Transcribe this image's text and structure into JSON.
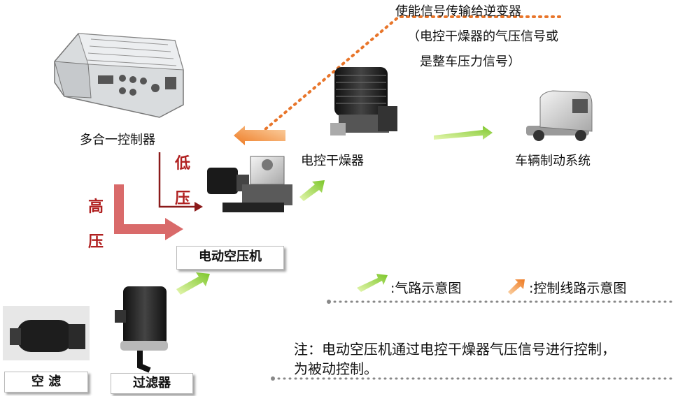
{
  "signal_text": {
    "line1": "使能信号传输给逆变器",
    "line2": "（电控干燥器的气压信号或",
    "line3": "是整车压力信号）"
  },
  "components": {
    "controller": "多合一控制器",
    "dryer": "电控干燥器",
    "brake_system": "车辆制动系统",
    "compressor": "电动空压机",
    "air_filter": "空 滤",
    "filter": "过滤器"
  },
  "voltage": {
    "low_1": "低",
    "low_2": "压",
    "high_1": "高",
    "high_2": "压"
  },
  "legend": {
    "air_path": ":气路示意图",
    "control_path": ":控制线路示意图"
  },
  "note": {
    "line1": "注：电动空压机通过电控干燥器气压信号进行控制，",
    "line2": "为被动控制。"
  },
  "colors": {
    "dotted_orange": "#e8752a",
    "green_arrow": "#9bd93a",
    "dark_red": "#8b1a1a",
    "salmon": "#d96a6a",
    "gray_dots": "#888888"
  }
}
